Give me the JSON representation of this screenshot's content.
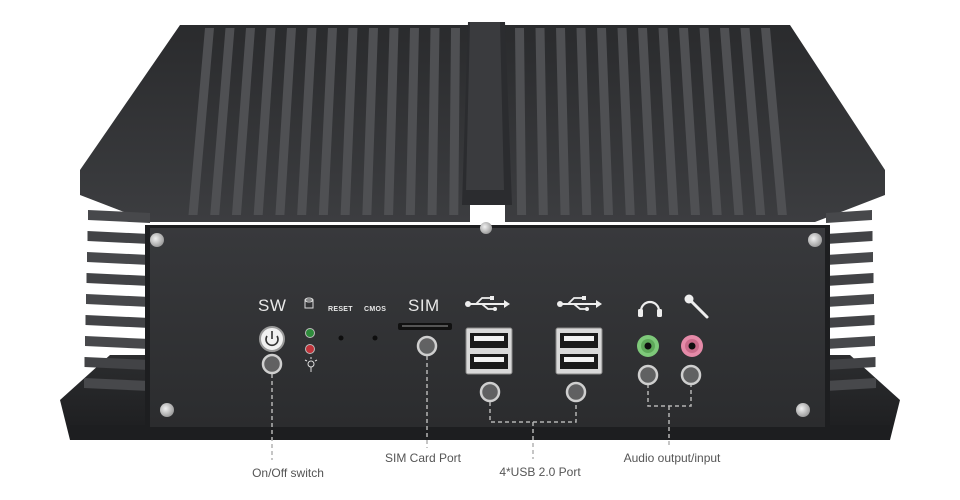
{
  "panel_labels": {
    "power": "SW",
    "reset": "RESET",
    "cmos": "CMOS",
    "sim": "SIM"
  },
  "callouts": {
    "power": "On/Off switch",
    "sim": "SIM Card Port",
    "usb": "4*USB 2.0 Port",
    "audio": "Audio output/input"
  },
  "colors": {
    "chassis": "#3a3b3d",
    "chassis_dark": "#1f2022",
    "fin_light": "#4d4e51",
    "panel": "#2e2f31",
    "callout_marker": "#b3b3b3",
    "audio_out": "#7ec97a",
    "audio_in": "#e58aa8",
    "led_green": "#2e8b3b",
    "led_red": "#c0333a"
  },
  "icons": [
    "power-icon",
    "disk-icon",
    "usb-icon",
    "headphones-icon",
    "microphone-icon",
    "light-icon"
  ]
}
